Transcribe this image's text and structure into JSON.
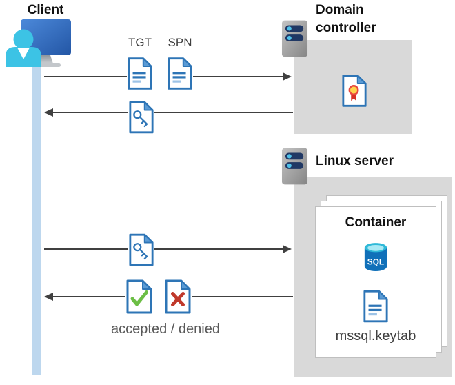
{
  "diagram": {
    "client": {
      "label": "Client"
    },
    "domain_controller": {
      "title": "Domain controller"
    },
    "linux_server": {
      "title": "Linux server"
    },
    "container": {
      "title": "Container",
      "sql_label": "SQL",
      "keytab_label": "mssql.keytab"
    },
    "messages": {
      "tgt_label": "TGT",
      "spn_label": "SPN",
      "accepted_denied_label": "accepted / denied"
    },
    "flows": [
      {
        "from": "client",
        "to": "domain-controller",
        "direction": "right",
        "items": [
          "TGT document",
          "SPN document"
        ]
      },
      {
        "from": "domain-controller",
        "to": "client",
        "direction": "left",
        "items": [
          "key ticket document"
        ]
      },
      {
        "from": "client",
        "to": "linux-server",
        "direction": "right",
        "items": [
          "key ticket document"
        ]
      },
      {
        "from": "linux-server",
        "to": "client",
        "direction": "left",
        "items": [
          "accepted document",
          "denied document"
        ]
      }
    ],
    "icons": {
      "client": "user-with-monitor-icon",
      "server": "server-icon",
      "document": "document-icon",
      "key_ticket": "key-document-icon",
      "certificate": "certificate-document-icon",
      "sql": "sql-database-icon",
      "accepted": "check-document-icon",
      "denied": "x-document-icon"
    },
    "colors": {
      "doc_border_blue": "#2E75B6",
      "doc_fold_blue": "#5B9BD5",
      "lifeline_blue": "#BDD7EE",
      "box_gray": "#D9D9D9",
      "arrow_gray": "#404040",
      "check_green": "#6CBE45",
      "deny_red": "#C0392B",
      "sql_body_blue": "#1070B9",
      "sql_top_cyan": "#2FB9D8",
      "rosette_yellow": "#FFD34D",
      "rosette_red": "#D93025",
      "server_bar_navy": "#203864"
    }
  }
}
